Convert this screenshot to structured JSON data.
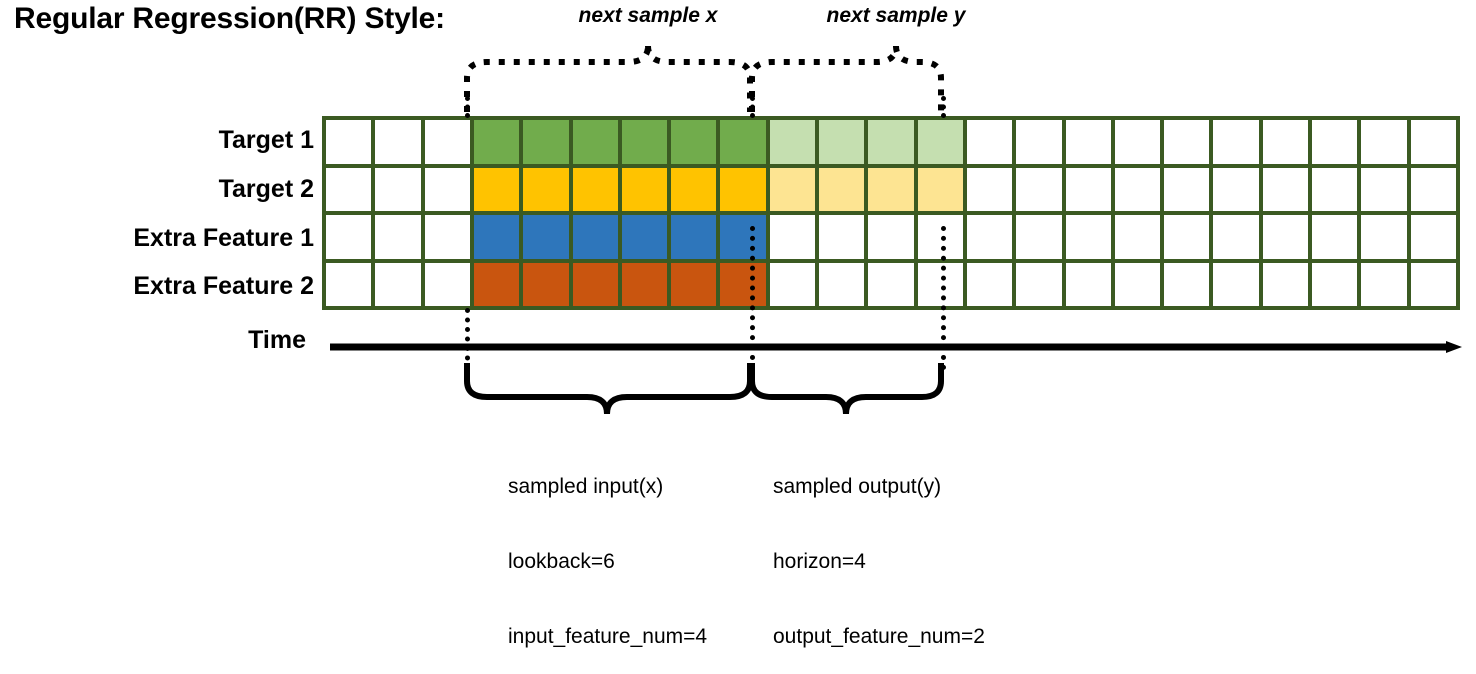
{
  "title": "Regular Regression(RR) Style:",
  "rows": [
    {
      "label": "Target 1",
      "color": "#71ac4c",
      "light": "#c5dfb0",
      "has_forecast": true
    },
    {
      "label": "Target 2",
      "color": "#ffc300",
      "light": "#fde492",
      "has_forecast": true
    },
    {
      "label": "Extra Feature 1",
      "color": "#2e76bb",
      "light": "#ffffff",
      "has_forecast": false
    },
    {
      "label": "Extra Feature 2",
      "color": "#c9550f",
      "light": "#ffffff",
      "has_forecast": false
    }
  ],
  "grid": {
    "total_columns": 23,
    "lead_blank_columns": 3,
    "input_columns": 6,
    "output_columns": 4,
    "trail_blank_columns": 10,
    "border_color": "#3b5a22",
    "empty_color": "#ffffff"
  },
  "axis": {
    "label": "Time",
    "direction": "right"
  },
  "top_braces": [
    {
      "label": "next sample x"
    },
    {
      "label": "next sample y"
    }
  ],
  "bottom_braces": [
    {
      "lines": [
        "sampled input(x)",
        "lookback=6",
        "input_feature_num=4"
      ]
    },
    {
      "lines": [
        "sampled output(y)",
        "horizon=4",
        "output_feature_num=2"
      ]
    }
  ]
}
